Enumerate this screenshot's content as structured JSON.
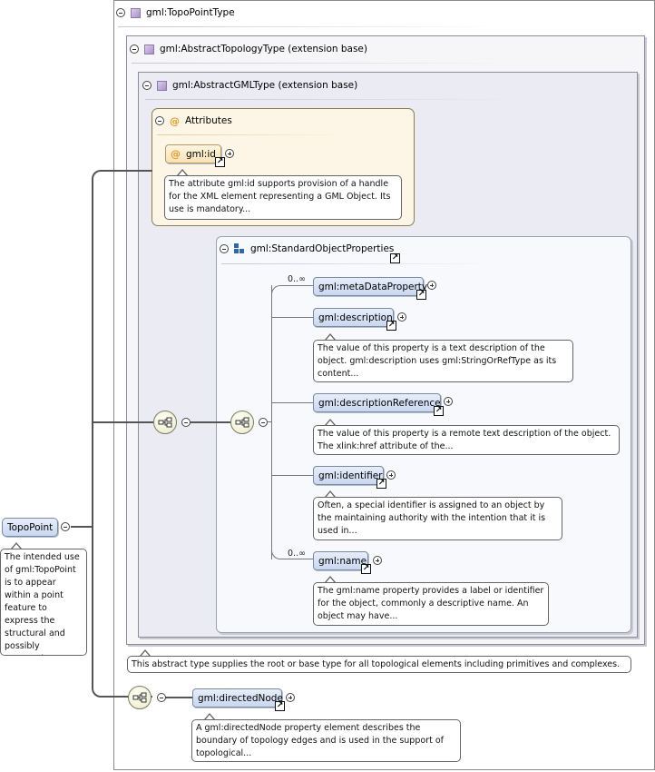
{
  "root": {
    "label": "TopoPoint",
    "doc": "The intended use of gml:TopoPoint is to appear within a point feature to express the structural and possibly geometric..."
  },
  "types": {
    "topo_point_type": "gml:TopoPointType",
    "abstract_topology_type": "gml:AbstractTopologyType (extension base)",
    "abstract_gml_type": "gml:AbstractGMLType (extension base)"
  },
  "attributes": {
    "heading": "Attributes",
    "gml_id": {
      "label": "gml:id",
      "doc": "The attribute gml:id supports provision of a handle for the XML element representing a GML Object. Its use is mandatory..."
    }
  },
  "group": {
    "label": "gml:StandardObjectProperties"
  },
  "elements": [
    {
      "label": "gml:metaDataProperty",
      "cardinality": "0..∞",
      "doc": ""
    },
    {
      "label": "gml:description",
      "cardinality": "",
      "doc": "The value of this property is a text description of the object. gml:description uses gml:StringOrRefType as its content..."
    },
    {
      "label": "gml:descriptionReference",
      "cardinality": "",
      "doc": "The value of this property is a remote text description of the object. The xlink:href attribute of the..."
    },
    {
      "label": "gml:identifier",
      "cardinality": "",
      "doc": "Often, a special identifier is assigned to an object by the maintaining authority with the intention that it is used in..."
    },
    {
      "label": "gml:name",
      "cardinality": "0..∞",
      "doc": "The gml:name property provides a label or identifier for the object, commonly a descriptive name. An object may have..."
    }
  ],
  "abstract_type_doc": "This abstract type supplies the root or base type for all topological elements including primitives and complexes. It...",
  "directed_node": {
    "label": "gml:directedNode",
    "doc": "A gml:directedNode property element describes the boundary of topology edges and is used in the support of topological..."
  }
}
